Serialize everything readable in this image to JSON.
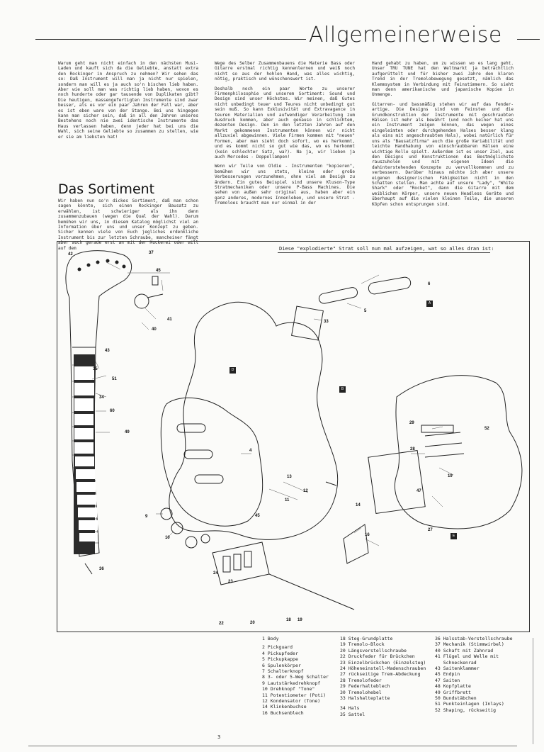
{
  "header": {
    "title": "Allgemeinerweise"
  },
  "col1": {
    "p1": "Warum geht man nicht einfach in den nächsten Musi-Laden und kauft sich da die Geliebte, anstatt extra den Rockinger in Anspruch zu nehmen? Wir sehen das so: Daß Instrument will man ja nicht nur spielen, sondern man will es ja auch so'n bischen lieb haben. Aber wie soll man was richtig lieb haben, wovon es noch hunderte oder gar tausende von Duplikaten gibt? Die heutigen, massengefertigten Instrumente sind zwar besser, als es vor ein paar Jahren der Fall war, aber es ist eben ware von der Stange. Bei uns hingegen kann man sicher sein, daß in all den Jahren unseres Bestehens noch nie zwei identische Instrumente das Haus verlassen haben, denn jeder hat bei uns die Wahl, sich seine Geliebte so zusammen zu stellen, wie er sie am liebsten hat!",
    "section_title": "Das Sortiment",
    "p2": "Wir haben nun so'n dickes Sortiment, daß man schon sagen könnte, sich einen Rockinger Bausatz zu erwählen, ist schwieriger als ihn dann zusammenzubauen (wegen die Qual der Wahl). Darum bemühen wir uns, in diesem Katalog möglichst viel an Information über uns und unser Konzept zu geben. Sicher kennen viele von Euch jegliches erdenkliche Instrument bis zur letzten Schraube, mancheiner fängt aber auch gerade erst an mit der Muckerei oder will auf dem"
  },
  "col2": {
    "p1": "Wege des Selber Zusammenbauens die Materie Bass oder Gitarre erstmal richtig kennenlernen und weiß noch nicht so aus der hohlen Hand, was alles wichtig, nötig, praktisch und wünschenswert ist.",
    "p2": "Deshalb noch ein paar Worte zu unserer Firmenphilosophie und unserem Sortiment: Sound und Design sind unser Höchstes. Wir meinen, daß Gutes nicht unbedingt teuer und Teures nicht unbedingt gut sein muß. So kann Exklusivität und Extravagance in teuren Materialien und aufwendiger Verarbeitung zum Ausdruck kommen, aber auch genauso in schlichtem, dezenten Design. Den in den letzten Jahren auf den Markt gekommenen Instrumenten können wir nicht allzuviel abgewinnen. Viele Firmen kommen mit \"neuen\" Formen, aber man sieht doch sofort, wo es herkommt, und es kommt nicht so gut wie das, wo es herkommt (kein schlechter Satz, wa?). Na ja, wir lieben ja auch Mercedes - Doppellampen!",
    "p3": "Wenn wir Teile von Oldie - Instrumenten \"kopieren\", bemühen wir uns stets, kleine oder große Verbesserungen vorzunehmen, ohne viel am Design zu ändern. Ein gutes Beispiel sind unsere Kluson-Type Stratmechaniken oder unsere P-Bass Machines. Die sehen von außen sehr original aus, haben aber ein ganz anderes, modernes Innenleben, und unsere Strat - Tremoloes braucht man nur einmal in der"
  },
  "col3": {
    "p1": "Hand gehabt zu haben, um zu wissen wo es lang geht. Unser TRU TUNE hat den Weltmarkt ja beträchtlich aufgerüttelt und für bisher zwei Jahre den klaren Trend in der Tremolobewegung gesetzt, nämlich das Klemmsystem in Verbindung mit Feinstimmern. So sieht man denn amerikanische und japanische Kopien in Unmenge.",
    "p2": "Gitarren- und bassmäßig stehen wir auf das Fender-artige. Die Designs sind vom Feinsten und die Grundkonstruktion der Instrumente mit geschraubten Hälsen ist mehr als bewährt (und noch keiner hat uns ein Instrument zeigen können, das wegen eines eingeleimten oder durchgehenden Halses besser klang als eins mit angeschraubtem Hals), wobei natürlich für uns als \"Bausatzfirma\" auch die große Variabilität und leichte Handhabung von einschraubbaren Hälsen eine wichtige Rolle spielt. Außerdem ist es unser Ziel, aus den Designs und Konstruktionen das Bestmöglichste rauszuholen und mit eigenen Ideen die dahinterstehenden Konzepte zu vervollkommnen und zu verbessern. Darüber hinaus möchte ich aber unsere eigenen designerischen Fähigkeiten nicht in den Schatten stellen. Man achte auf unsere \"Lady\", \"White Shark\" oder \"Rocket\", dann die Gitarre mit dem weiblichen Körper, unsere neuen Headless Geräte und überhaupt auf die vielen kleinen Teile, die unseren Köpfen schon entsprungen sind."
  },
  "diagram": {
    "caption": "Diese \"explodierte\" Strat soll nun mal aufzeigen, wat so alles dran ist:",
    "callouts": [
      "42",
      "37",
      "45",
      "6",
      "5",
      "A",
      "41",
      "40",
      "33",
      "43",
      "35",
      "D",
      "51",
      "34",
      "B",
      "60",
      "49",
      "29",
      "52",
      "28",
      "19",
      "47",
      "9",
      "10",
      "11",
      "12",
      "13",
      "4",
      "45",
      "14",
      "16",
      "27",
      "E",
      "36",
      "24",
      "23",
      "22",
      "20",
      "18",
      "19"
    ]
  },
  "legend": {
    "col1": [
      "1 Body",
      "2 Pickguard",
      "4 Pickupfeder",
      "5 Pickupkappe",
      "6 Spulenkörper",
      "7 Schalterknopf",
      "8 3- oder 5-Weg Schalter",
      "9 Lautstärkedrehknopf",
      "10 Drehknopf \"Tone\"",
      "11 Potentiometer (Poti)",
      "12 Kondensator (Tone)",
      "14 Klinkenbuchse",
      "16 Buchsenblech"
    ],
    "col2": [
      "18 Steg-Grundplatte",
      "19 Tremolo-Block",
      "20 Längsverstellschraube",
      "22 Druckfeder für Brückchen",
      "23 Einzelbrückchen (Einzelsteg)",
      "24 Höheneinstell-Madenschrauben",
      "27 rückseitige Trem-Abdeckung",
      "28 Tremolofeder",
      "29 Federhalteblech",
      "30 Tremolohebel",
      "33 Halshalteplatte",
      "",
      "34 Hals",
      "35 Sattel"
    ],
    "col3": [
      "36 Halsstab-Verstellschraube",
      "37 Mechanik (Stimmwirbel)",
      "40 Schaft mit Zahnrad",
      "41 Flügel und Welle mit",
      "   Schneckenrad",
      "43 Saitenklammer",
      "45 Endpin",
      "47 Saiten",
      "48 Kopfplatte",
      "49 Griffbrett",
      "50 Bundstäbchen",
      "51 Punkteinlagen (Inlays)",
      "52 Shaping, rückseitig"
    ]
  },
  "page_number": "3"
}
